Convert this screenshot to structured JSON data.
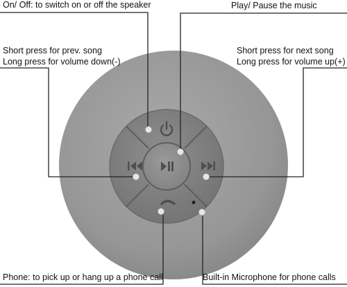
{
  "labels": {
    "power": "On/ Off: to switch on or off the speaker",
    "play_pause": "Play/ Pause the music",
    "prev_line1": "Short press for prev. song",
    "prev_line2": "Long press for volume down(-)",
    "next_line1": "Short press for next song",
    "next_line2": "Long press for volume up(+)",
    "phone": "Phone: to pick up or hang up a phone call",
    "microphone": "Built-in Microphone for phone calls"
  },
  "icons": {
    "power": "power-icon",
    "play_pause": "play-pause-icon",
    "prev": "rewind-icon",
    "next": "fast-forward-icon",
    "phone": "phone-icon",
    "microphone": "microphone-icon"
  },
  "colors": {
    "background": "#ffffff",
    "speaker_body": "#9b9b9b",
    "control_panel": "#7e7e7e",
    "leader_line": "#222222",
    "indicator_dot": "#e6e6e6"
  }
}
